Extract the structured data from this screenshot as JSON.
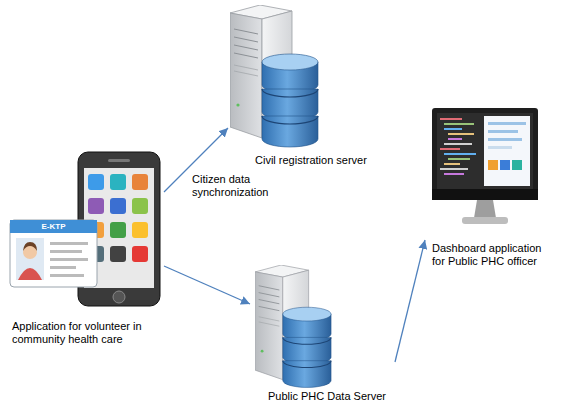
{
  "diagram": {
    "nodes": [
      {
        "text": [
          "Civil registration server"
        ]
      },
      {
        "text": [
          "Dashboard application for Public PHC officer"
        ]
      },
      {
        "text": [
          "Application for volunteer in community health care"
        ]
      },
      {
        "text": [
          "Public PHC Data Server"
        ]
      }
    ],
    "edges": [
      {
        "from": 2,
        "to": 0,
        "label": "Citizen data synchronization",
        "arrow": "to"
      },
      {
        "from": 2,
        "to": 3,
        "arrow": "to"
      },
      {
        "from": 3,
        "to": 1,
        "arrow": "to"
      }
    ],
    "labels": [
      "E-KTP"
    ]
  }
}
